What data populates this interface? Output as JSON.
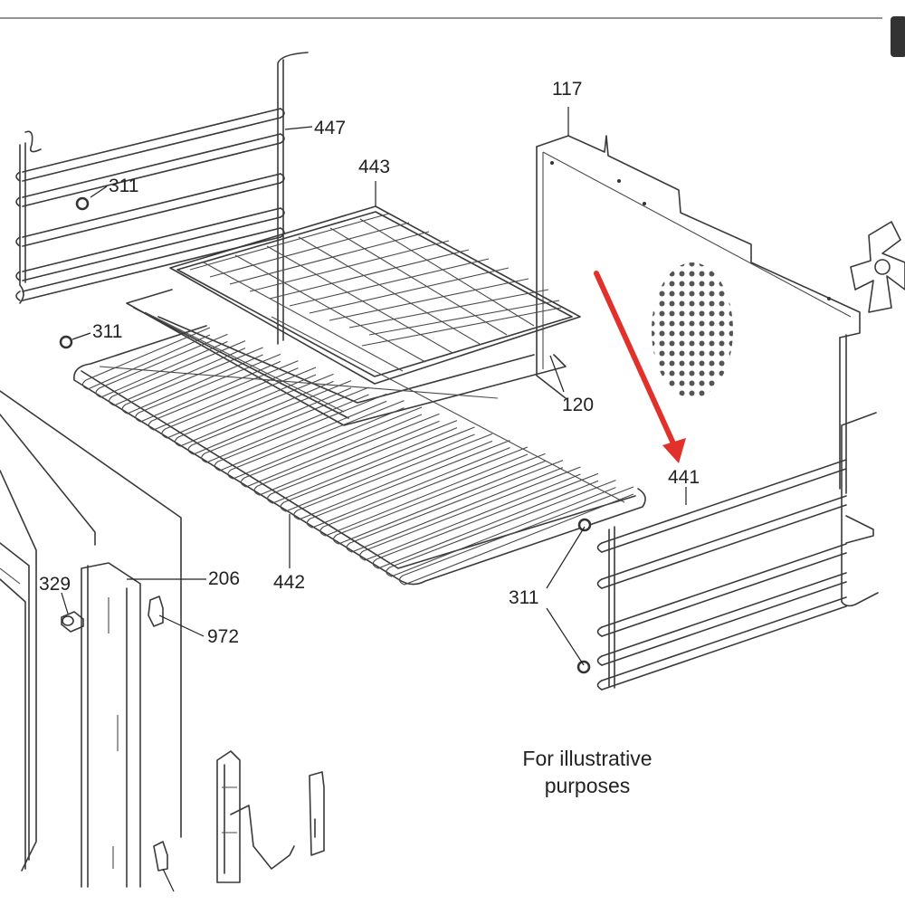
{
  "callouts": {
    "c117": "117",
    "c447": "447",
    "c311_top": "311",
    "c443": "443",
    "c311_mid": "311",
    "c120": "120",
    "c441": "441",
    "c442": "442",
    "c206": "206",
    "c329": "329",
    "c972": "972",
    "c311_bottom": "311"
  },
  "caption": {
    "line1": "For illustrative",
    "line2": "purposes"
  },
  "colors": {
    "arrow": "#e2302b",
    "stroke": "#3a3a3a",
    "background": "#ffffff"
  }
}
